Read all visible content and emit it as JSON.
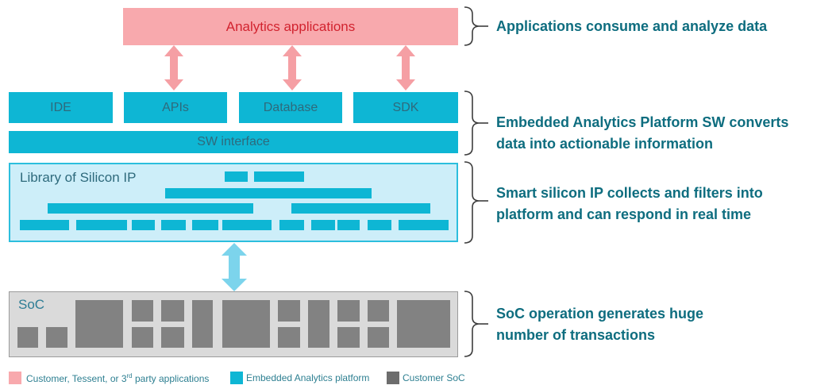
{
  "top_box": {
    "label": "Analytics applications"
  },
  "platform": {
    "boxes": [
      {
        "label": "IDE"
      },
      {
        "label": "APIs"
      },
      {
        "label": "Database"
      },
      {
        "label": "SDK"
      }
    ],
    "sw_interface": "SW interface"
  },
  "library": {
    "title": "Library of Silicon IP",
    "blocks": [
      [
        283,
        216,
        29,
        13
      ],
      [
        320,
        216,
        63,
        13
      ],
      [
        208,
        237,
        260,
        13
      ],
      [
        60,
        256,
        259,
        13
      ],
      [
        367,
        256,
        175,
        13
      ],
      [
        25,
        277,
        62,
        13
      ],
      [
        96,
        277,
        64,
        13
      ],
      [
        166,
        277,
        29,
        13
      ],
      [
        203,
        277,
        31,
        13
      ],
      [
        242,
        277,
        33,
        13
      ],
      [
        280,
        277,
        62,
        13
      ],
      [
        352,
        277,
        31,
        13
      ],
      [
        392,
        277,
        30,
        13
      ],
      [
        425,
        277,
        28,
        13
      ],
      [
        463,
        277,
        30,
        13
      ],
      [
        502,
        277,
        63,
        13
      ]
    ]
  },
  "soc": {
    "title": "SoC",
    "blocks": [
      [
        22,
        412,
        26,
        26
      ],
      [
        58,
        412,
        27,
        26
      ],
      [
        95,
        378,
        60,
        60
      ],
      [
        166,
        378,
        27,
        27
      ],
      [
        166,
        412,
        27,
        26
      ],
      [
        203,
        378,
        29,
        27
      ],
      [
        203,
        412,
        29,
        26
      ],
      [
        242,
        378,
        26,
        60
      ],
      [
        280,
        378,
        60,
        60
      ],
      [
        350,
        378,
        28,
        27
      ],
      [
        350,
        412,
        28,
        26
      ],
      [
        388,
        378,
        27,
        60
      ],
      [
        425,
        378,
        28,
        27
      ],
      [
        425,
        412,
        28,
        26
      ],
      [
        463,
        378,
        27,
        27
      ],
      [
        463,
        412,
        27,
        26
      ],
      [
        500,
        378,
        67,
        60
      ]
    ]
  },
  "annotations": [
    {
      "line1": "Applications consume and analyze data",
      "line2": ""
    },
    {
      "line1": "Embedded Analytics Platform SW converts",
      "line2": "data into actionable information"
    },
    {
      "line1": "Smart silicon IP collects and filters into",
      "line2": "platform and can respond in real time"
    },
    {
      "line1": "SoC operation generates huge",
      "line2": "number of transactions"
    }
  ],
  "legend": {
    "items": [
      {
        "label_pre": "Customer, Tessent, or 3",
        "label_sup": "rd",
        "label_post": " party applications",
        "color": "#f8a9ad"
      },
      {
        "label": "Embedded Analytics platform",
        "color": "#0eb6d4"
      },
      {
        "label": "Customer SoC",
        "color": "#6d6d6d"
      }
    ]
  },
  "colors": {
    "pink_fill": "#f8a9ad",
    "red_text": "#d2232f",
    "pink_arrow": "#f59fa4",
    "cyan": "#0eb6d4",
    "light_cyan_fill": "#cdeef9",
    "cyan_border": "#2cbedd",
    "cyan_arrow": "#7cd4ec",
    "box_label_text": "#2e6a7c",
    "annotation_text": "#0e6d7f",
    "soc_fill": "#dadada",
    "soc_border": "#9b9b9b",
    "soc_block": "#828282",
    "legend_text": "#2d7f91",
    "brace": "#3d3d3d"
  }
}
